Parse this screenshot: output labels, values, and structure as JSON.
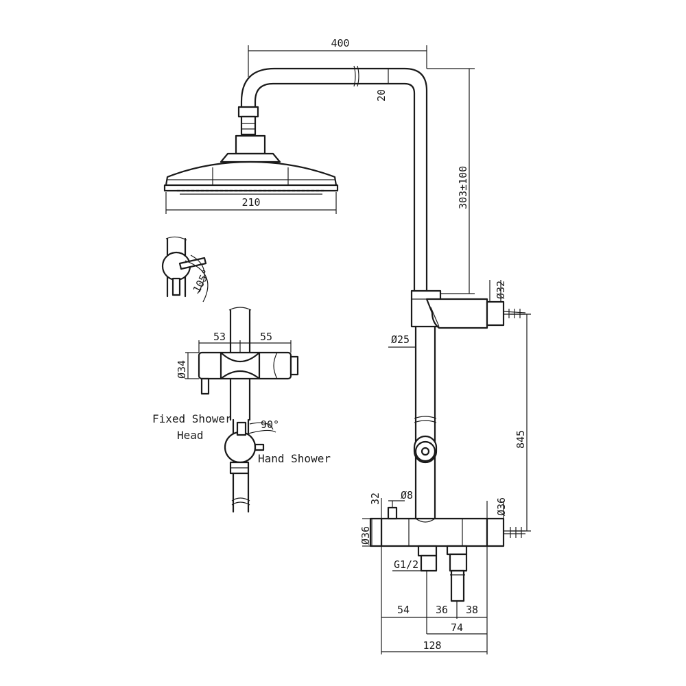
{
  "dimensions": {
    "arm_length": "400",
    "arm_drop": "20",
    "head_diameter": "210",
    "riser_adjust": "303±100",
    "diverter_diameter": "Ø32",
    "pipe_diameter": "Ø25",
    "rail_height": "845",
    "valve_top": "32",
    "valve_knob": "Ø8",
    "valve_diameter_right": "Ø36",
    "valve_diameter_left": "Ø36",
    "inlet_thread": "G1/2",
    "base_left": "54",
    "base_mid": "36",
    "base_right": "38",
    "base_sub": "74",
    "base_total": "128",
    "handle_angle": "105°",
    "detail_diameter": "Ø34",
    "detail_left": "53",
    "detail_right": "55",
    "switch_angle": "90°"
  },
  "labels": {
    "fixed_shower_line1": "Fixed Shower",
    "fixed_shower_line2": "Head",
    "hand_shower": "Hand Shower"
  }
}
